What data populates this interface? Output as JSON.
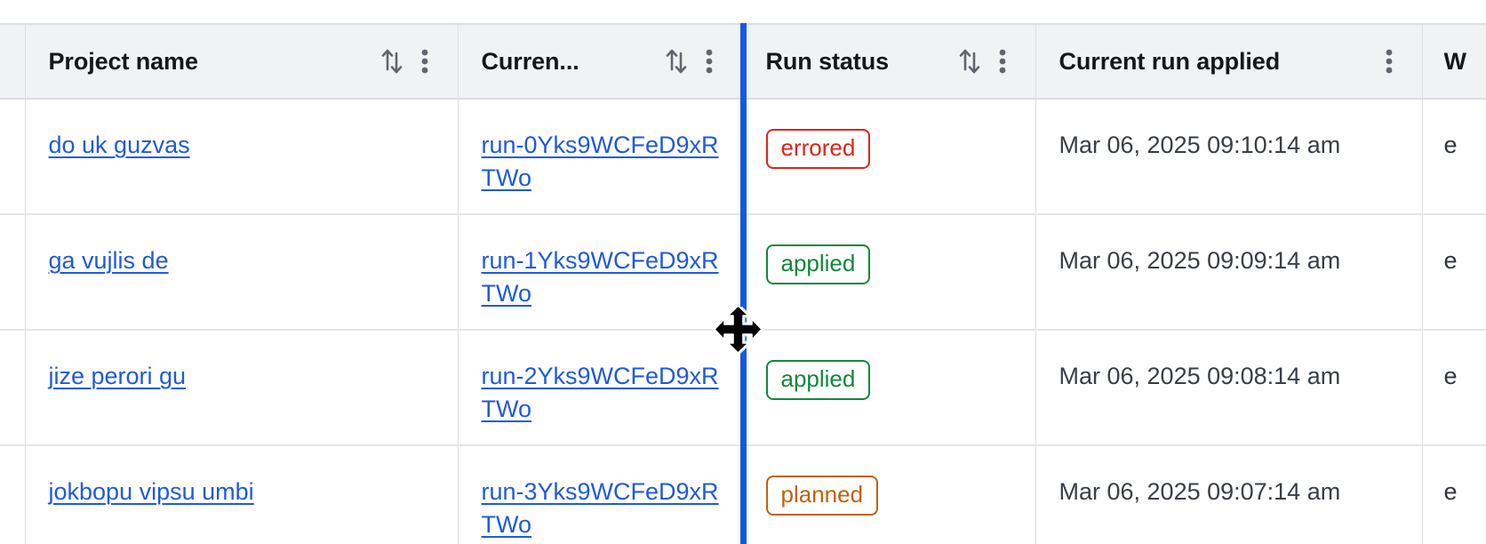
{
  "table": {
    "columns": [
      {
        "id": "gutter",
        "label": "",
        "has_sort": false,
        "has_menu": false
      },
      {
        "id": "project",
        "label": "Project name",
        "has_sort": true,
        "has_menu": true
      },
      {
        "id": "current_run",
        "label": "Curren...",
        "has_sort": true,
        "has_menu": true
      },
      {
        "id": "run_status",
        "label": "Run status",
        "has_sort": true,
        "has_menu": true
      },
      {
        "id": "applied",
        "label": "Current run applied",
        "has_sort": false,
        "has_menu": true
      },
      {
        "id": "tail",
        "label": "W",
        "has_sort": false,
        "has_menu": false
      }
    ],
    "rows": [
      {
        "project_name": "do uk guzvas",
        "current_run": "run-0Yks9WCFeD9xRTWo",
        "run_status": "errored",
        "status_kind": "errored",
        "current_run_applied": "Mar 06, 2025 09:10:14 am",
        "tail": "e"
      },
      {
        "project_name": "ga vujlis de",
        "current_run": "run-1Yks9WCFeD9xRTWo",
        "run_status": "applied",
        "status_kind": "applied",
        "current_run_applied": "Mar 06, 2025 09:09:14 am",
        "tail": "e"
      },
      {
        "project_name": "jize perori gu",
        "current_run": "run-2Yks9WCFeD9xRTWo",
        "run_status": "applied",
        "status_kind": "applied",
        "current_run_applied": "Mar 06, 2025 09:08:14 am",
        "tail": "e"
      },
      {
        "project_name": "jokbopu vipsu umbi",
        "current_run": "run-3Yks9WCFeD9xRTWo",
        "run_status": "planned",
        "status_kind": "planned",
        "current_run_applied": "Mar 06, 2025 09:07:14 am",
        "tail": "e"
      }
    ]
  },
  "interaction": {
    "column_resize_active": true,
    "resize_column": "Run status",
    "cursor": "col-resize"
  },
  "colors": {
    "header_bg": "#f1f2f4",
    "border": "#dcdee2",
    "link": "#1f5ae0",
    "resize_line": "#1558e8",
    "status_errored": "#e0231a",
    "status_applied": "#11883a",
    "status_planned": "#c1620b",
    "text": "#32363d"
  }
}
